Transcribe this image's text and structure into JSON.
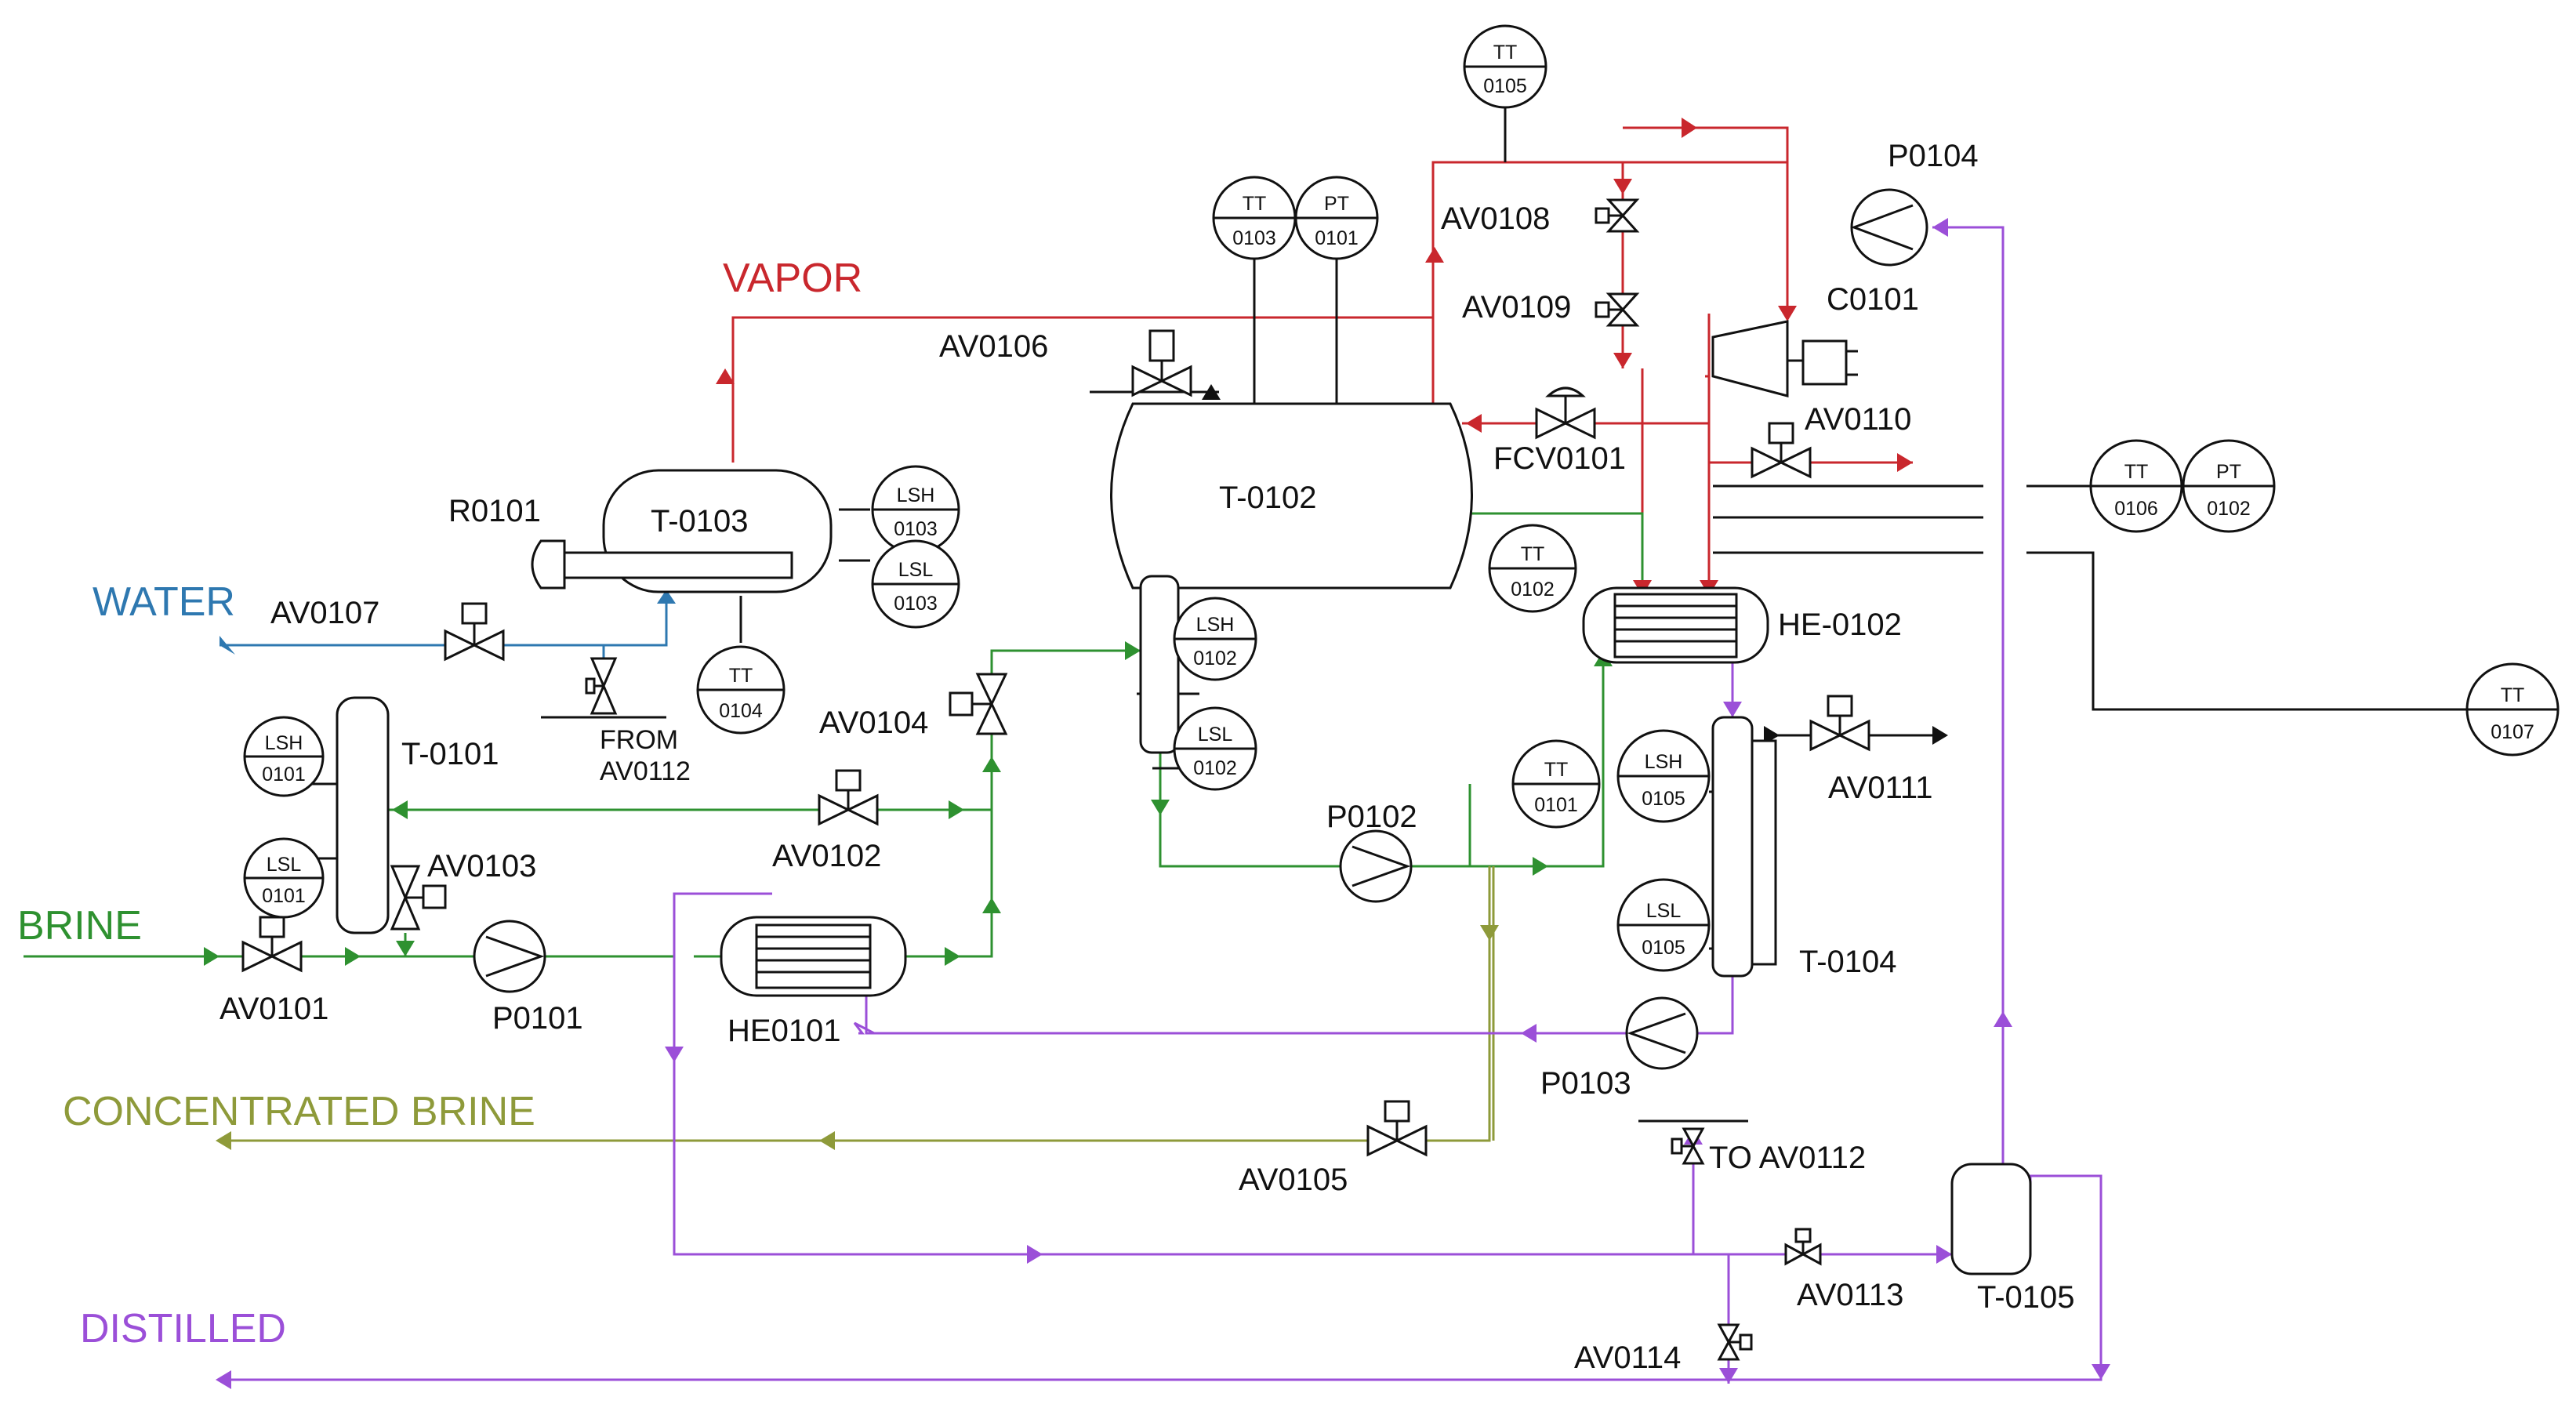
{
  "streams": {
    "water": "WATER",
    "brine": "BRINE",
    "concentrated_brine": "CONCENTRATED BRINE",
    "distilled": "DISTILLED",
    "vapor": "VAPOR"
  },
  "equipment": {
    "t0101": "T-0101",
    "t0102": "T-0102",
    "t0103": "T-0103",
    "t0104": "T-0104",
    "t0105": "T-0105",
    "r0101": "R0101",
    "he0101": "HE0101",
    "he0102": "HE-0102",
    "c0101": "C0101",
    "p0101": "P0101",
    "p0102": "P0102",
    "p0103": "P0103",
    "p0104": "P0104"
  },
  "valves": {
    "av0101": "AV0101",
    "av0102": "AV0102",
    "av0103": "AV0103",
    "av0104": "AV0104",
    "av0105": "AV0105",
    "av0106": "AV0106",
    "av0107": "AV0107",
    "av0108": "AV0108",
    "av0109": "AV0109",
    "av0110": "AV0110",
    "av0111": "AV0111",
    "av0113": "AV0113",
    "av0114": "AV0114",
    "fcv0101": "FCV0101",
    "from_av0112_1": "FROM",
    "from_av0112_2": "AV0112",
    "to_av0112": "TO AV0112"
  },
  "instruments": {
    "tt0105": {
      "tag": "TT",
      "num": "0105"
    },
    "tt0103": {
      "tag": "TT",
      "num": "0103"
    },
    "pt0101": {
      "tag": "PT",
      "num": "0101"
    },
    "lsh0103": {
      "tag": "LSH",
      "num": "0103"
    },
    "lsl0103": {
      "tag": "LSL",
      "num": "0103"
    },
    "tt0104": {
      "tag": "TT",
      "num": "0104"
    },
    "lsh0101": {
      "tag": "LSH",
      "num": "0101"
    },
    "lsl0101": {
      "tag": "LSL",
      "num": "0101"
    },
    "lsh0102": {
      "tag": "LSH",
      "num": "0102"
    },
    "lsl0102": {
      "tag": "LSL",
      "num": "0102"
    },
    "tt0102": {
      "tag": "TT",
      "num": "0102"
    },
    "tt0101": {
      "tag": "TT",
      "num": "0101"
    },
    "lsh0105": {
      "tag": "LSH",
      "num": "0105"
    },
    "lsl0105": {
      "tag": "LSL",
      "num": "0105"
    },
    "tt0106": {
      "tag": "TT",
      "num": "0106"
    },
    "pt0102": {
      "tag": "PT",
      "num": "0102"
    },
    "tt0107": {
      "tag": "TT",
      "num": "0107"
    }
  },
  "colors": {
    "vapor": "#c9272d",
    "water": "#2e78b0",
    "brine": "#2e9130",
    "concentrated_brine": "#8e9a3a",
    "distilled": "#9b4fd8",
    "line": "#111111"
  }
}
